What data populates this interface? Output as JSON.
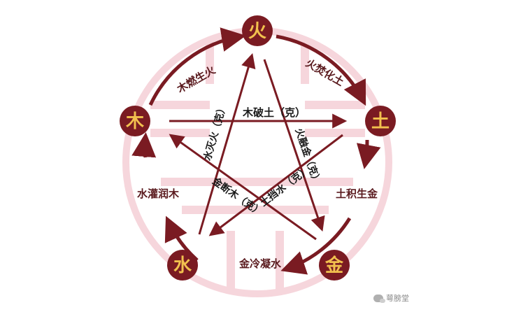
{
  "diagram": {
    "colors": {
      "node_fill": "#7a1b22",
      "node_text": "#f2c14e",
      "arrow": "#7a1b22",
      "label_text": "#5a1a1e",
      "star_text": "#1a1a1a",
      "background_seal": "#f6d6dc"
    },
    "nodes": {
      "fire": "火",
      "earth": "土",
      "metal": "金",
      "water": "水",
      "wood": "木"
    },
    "generating_cycle": {
      "wood_fire": "木燃生火",
      "fire_earth": "火焚化土",
      "earth_metal": "土积生金",
      "metal_water": "金冷凝水",
      "water_wood": "水灌润木"
    },
    "controlling_cycle": {
      "wood_earth": "木破土（克）",
      "water_fire": "水灭火（克）",
      "fire_metal": "火融金（克）",
      "earth_water": "土挡水（克）",
      "metal_wood": "金断木（克）"
    },
    "watermark": "萼膀堂"
  }
}
